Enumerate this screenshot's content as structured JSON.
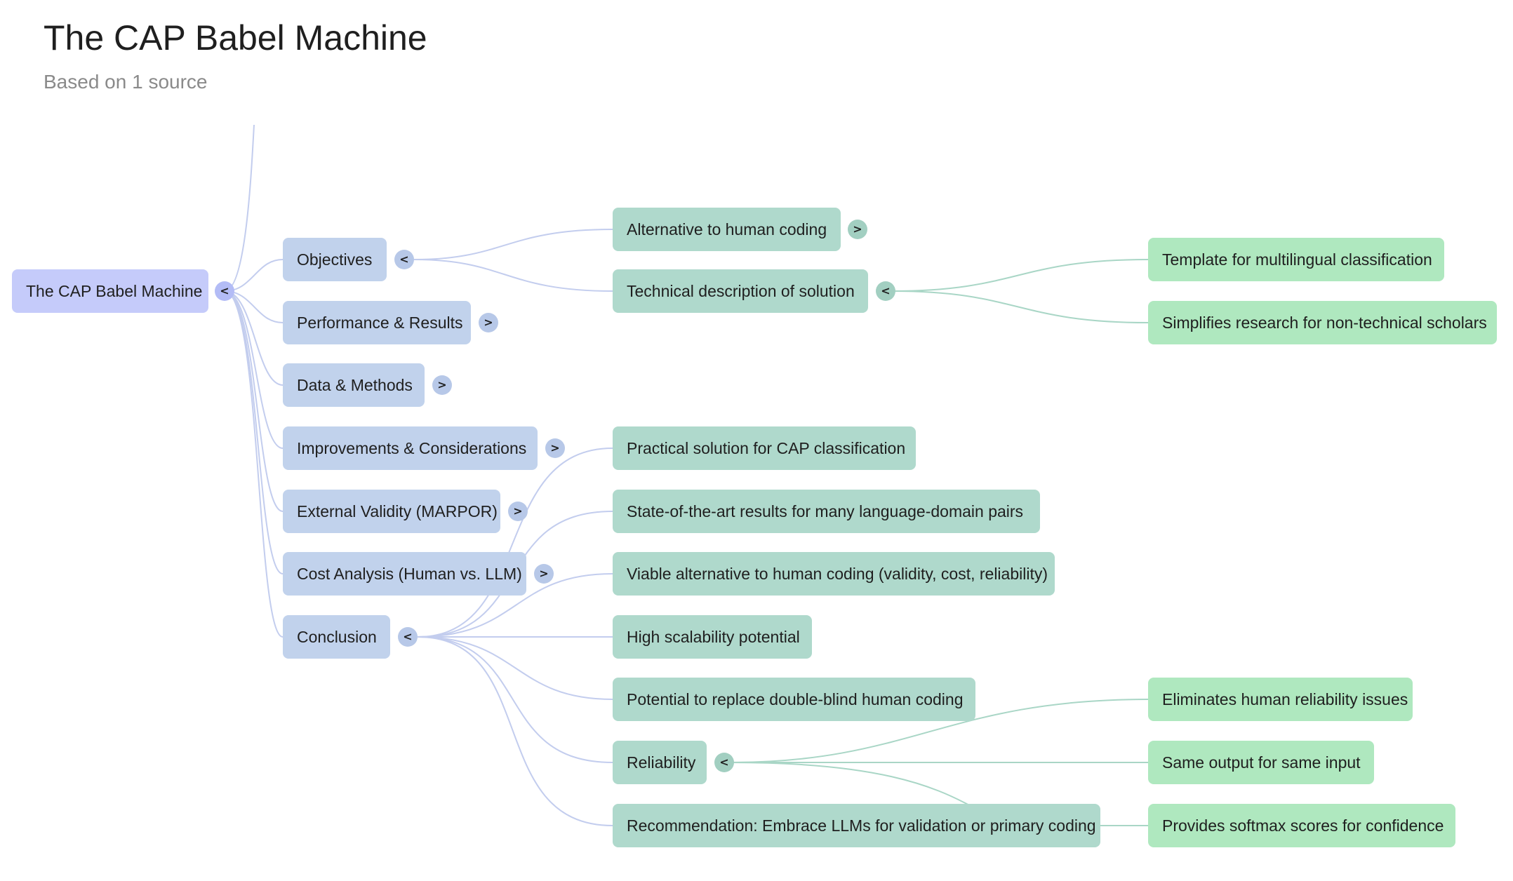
{
  "header": {
    "title": "The CAP Babel Machine",
    "subtitle": "Based on 1 source"
  },
  "colors": {
    "root": "#c5cbfa",
    "level1": "#c1d2ec",
    "level2": "#afd9cc",
    "level3": "#afe8bf",
    "link_level1": "#c3cdee",
    "link_level2": "#a9d6c6"
  },
  "mindmap": {
    "root": {
      "label": "The CAP Babel Machine",
      "toggle": "<"
    },
    "branches": [
      {
        "label": "Objectives",
        "toggle": "<",
        "children": [
          {
            "label": "Alternative to human coding",
            "toggle": ">"
          },
          {
            "label": "Technical description of solution",
            "toggle": "<",
            "children": [
              {
                "label": "Template for multilingual classification"
              },
              {
                "label": "Simplifies research for non-technical scholars"
              }
            ]
          }
        ]
      },
      {
        "label": "Performance & Results",
        "toggle": ">"
      },
      {
        "label": "Data & Methods",
        "toggle": ">"
      },
      {
        "label": "Improvements & Considerations",
        "toggle": ">"
      },
      {
        "label": "External Validity (MARPOR)",
        "toggle": ">"
      },
      {
        "label": "Cost Analysis (Human vs. LLM)",
        "toggle": ">"
      },
      {
        "label": "Conclusion",
        "toggle": "<",
        "children": [
          {
            "label": "Practical solution for CAP classification"
          },
          {
            "label": "State-of-the-art results for many language-domain pairs"
          },
          {
            "label": "Viable alternative to human coding (validity, cost, reliability)"
          },
          {
            "label": "High scalability potential"
          },
          {
            "label": "Potential to replace double-blind human coding"
          },
          {
            "label": "Reliability",
            "toggle": "<",
            "children": [
              {
                "label": "Eliminates human reliability issues"
              },
              {
                "label": "Same output for same input"
              },
              {
                "label": "Provides softmax scores for confidence"
              }
            ]
          },
          {
            "label": "Recommendation: Embrace LLMs for validation or primary coding"
          }
        ]
      }
    ]
  }
}
